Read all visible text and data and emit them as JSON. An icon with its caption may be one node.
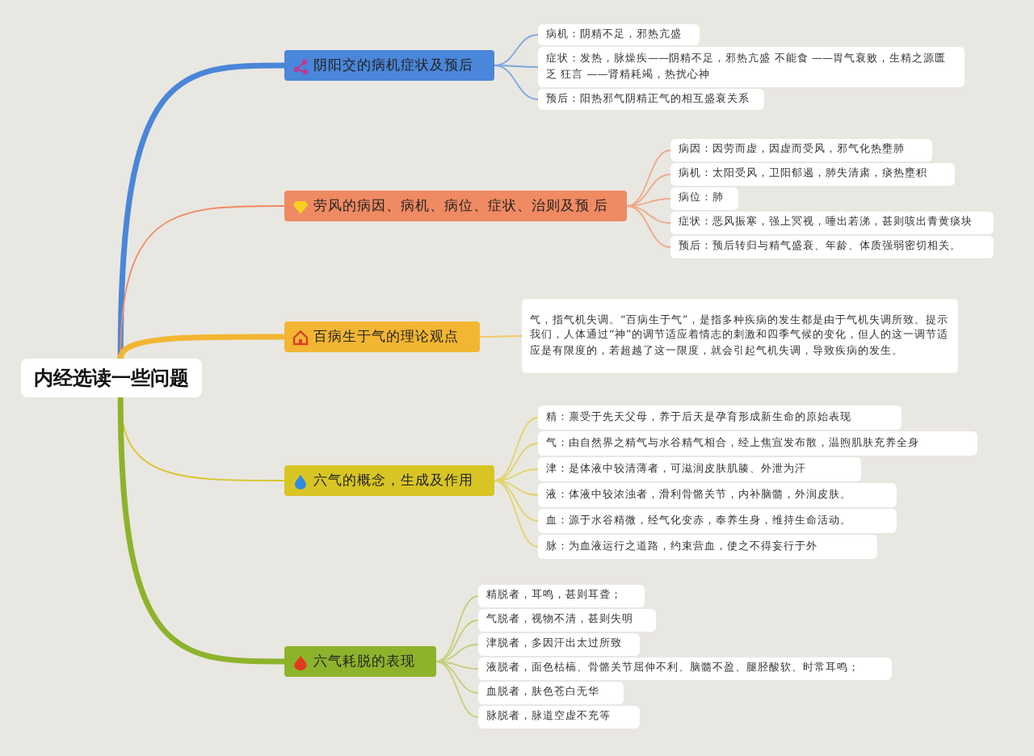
{
  "diagram": {
    "nodes": [
      {
        "text": [
          "内经选读一些问题"
        ]
      },
      {
        "text": [
          "阴阳交的病机症状及预后"
        ]
      },
      {
        "text": [
          "病机：阴精不足，邪热亢盛"
        ]
      },
      {
        "text": [
          "症状：发热，脉燥疾——阴精不足，邪热亢盛 不能食 ——胃气衰败，生精之源匮乏 狂言 ——肾精耗竭，热扰心神"
        ]
      },
      {
        "text": [
          "预后：阳热邪气阴精正气的相互盛衰关系"
        ]
      },
      {
        "text": [
          "劳风的病因、病机、病位、症状、治则及预 后"
        ]
      },
      {
        "text": [
          "病因：因劳而虚，因虚而受风，邪气化热壅肺"
        ]
      },
      {
        "text": [
          "病机：太阳受风，卫阳郁遏，肺失清肃，痰热壅积"
        ]
      },
      {
        "text": [
          "病位：肺"
        ]
      },
      {
        "text": [
          "症状：恶风振寒，强上冥视，唾出若涕，甚则咳出青黄痰块"
        ]
      },
      {
        "text": [
          "预后：预后转归与精气盛衰、年龄、体质强弱密切相关。"
        ]
      },
      {
        "text": [
          "百病生于气的理论观点"
        ]
      },
      {
        "text": [
          "气，指气机失调。“百病生于气”，是指多种疾病的发生都是由于气机失调所致。提示我们，人体通过“神”的调节适应着情志的刺激和四季气候的变化，但人的这一调节适应是有限度的，若超越了这一限度，就会引起气机失调，导致疾病的发生。"
        ]
      },
      {
        "text": [
          "六气的概念，生成及作用"
        ]
      },
      {
        "text": [
          "精：禀受于先天父母，养于后天是孕育形成新生命的原始表现"
        ]
      },
      {
        "text": [
          "气：由自然界之精气与水谷精气相合，经上焦宣发布散，温煦肌肤充养全身"
        ]
      },
      {
        "text": [
          "津：是体液中较清薄者，可滋润皮肤肌腠、外泄为汗"
        ]
      },
      {
        "text": [
          "液：体液中较浓浊者，滑利骨骼关节，内补脑髓，外润皮肤。"
        ]
      },
      {
        "text": [
          "血：源于水谷精微，经气化变赤，奉养生身，维持生命活动。"
        ]
      },
      {
        "text": [
          "脉：为血液运行之道路，约束营血，使之不得妄行于外"
        ]
      },
      {
        "text": [
          "六气耗脱的表现"
        ]
      },
      {
        "text": [
          "精脱者，耳鸣，甚则耳聋；"
        ]
      },
      {
        "text": [
          "气脱者，视物不清，甚则失明"
        ]
      },
      {
        "text": [
          "津脱者，多因汗出太过所致"
        ]
      },
      {
        "text": [
          "液脱者，面色枯槁、骨骼关节屈伸不利、脑髓不盈、腿胫酸软、时常耳鸣；"
        ]
      },
      {
        "text": [
          "血脱者，肤色苍白无华"
        ]
      },
      {
        "text": [
          "脉脱者，脉道空虚不充等"
        ]
      }
    ],
    "edges": [
      {
        "from": 0,
        "to": 1,
        "arrow": "none",
        "style": "thick",
        "color": "#4a86d9"
      },
      {
        "from": 0,
        "to": 5,
        "arrow": "none",
        "color": "#f08a62"
      },
      {
        "from": 0,
        "to": 11,
        "arrow": "none",
        "style": "thick",
        "color": "#f2b632"
      },
      {
        "from": 0,
        "to": 13,
        "arrow": "none",
        "color": "#d8c524"
      },
      {
        "from": 0,
        "to": 20,
        "arrow": "none",
        "style": "thick",
        "color": "#8db32b"
      },
      {
        "from": 1,
        "to": 2,
        "arrow": "none",
        "color": "#7ea6e0"
      },
      {
        "from": 1,
        "to": 3,
        "arrow": "none",
        "color": "#7ea6e0"
      },
      {
        "from": 1,
        "to": 4,
        "arrow": "none",
        "color": "#7ea6e0"
      },
      {
        "from": 5,
        "to": 6,
        "arrow": "none",
        "color": "#f0a88a"
      },
      {
        "from": 5,
        "to": 7,
        "arrow": "none",
        "color": "#f0a88a"
      },
      {
        "from": 5,
        "to": 8,
        "arrow": "none",
        "color": "#f0a88a"
      },
      {
        "from": 5,
        "to": 9,
        "arrow": "none",
        "color": "#f0a88a"
      },
      {
        "from": 5,
        "to": 10,
        "arrow": "none",
        "color": "#f0a88a"
      },
      {
        "from": 11,
        "to": 12,
        "arrow": "none",
        "color": "#f2c86a"
      },
      {
        "from": 13,
        "to": 14,
        "arrow": "none",
        "color": "#e0d46a"
      },
      {
        "from": 13,
        "to": 15,
        "arrow": "none",
        "color": "#e0d46a"
      },
      {
        "from": 13,
        "to": 16,
        "arrow": "none",
        "color": "#e0d46a"
      },
      {
        "from": 13,
        "to": 17,
        "arrow": "none",
        "color": "#e0d46a"
      },
      {
        "from": 13,
        "to": 18,
        "arrow": "none",
        "color": "#e0d46a"
      },
      {
        "from": 13,
        "to": 19,
        "arrow": "none",
        "color": "#e0d46a"
      },
      {
        "from": 20,
        "to": 21,
        "arrow": "none",
        "color": "#c2cf7a"
      },
      {
        "from": 20,
        "to": 22,
        "arrow": "none",
        "color": "#c2cf7a"
      },
      {
        "from": 20,
        "to": 23,
        "arrow": "none",
        "color": "#c2cf7a"
      },
      {
        "from": 20,
        "to": 24,
        "arrow": "none",
        "color": "#c2cf7a"
      },
      {
        "from": 20,
        "to": 25,
        "arrow": "none",
        "color": "#c2cf7a"
      },
      {
        "from": 20,
        "to": 26,
        "arrow": "none",
        "color": "#c2cf7a"
      }
    ]
  }
}
